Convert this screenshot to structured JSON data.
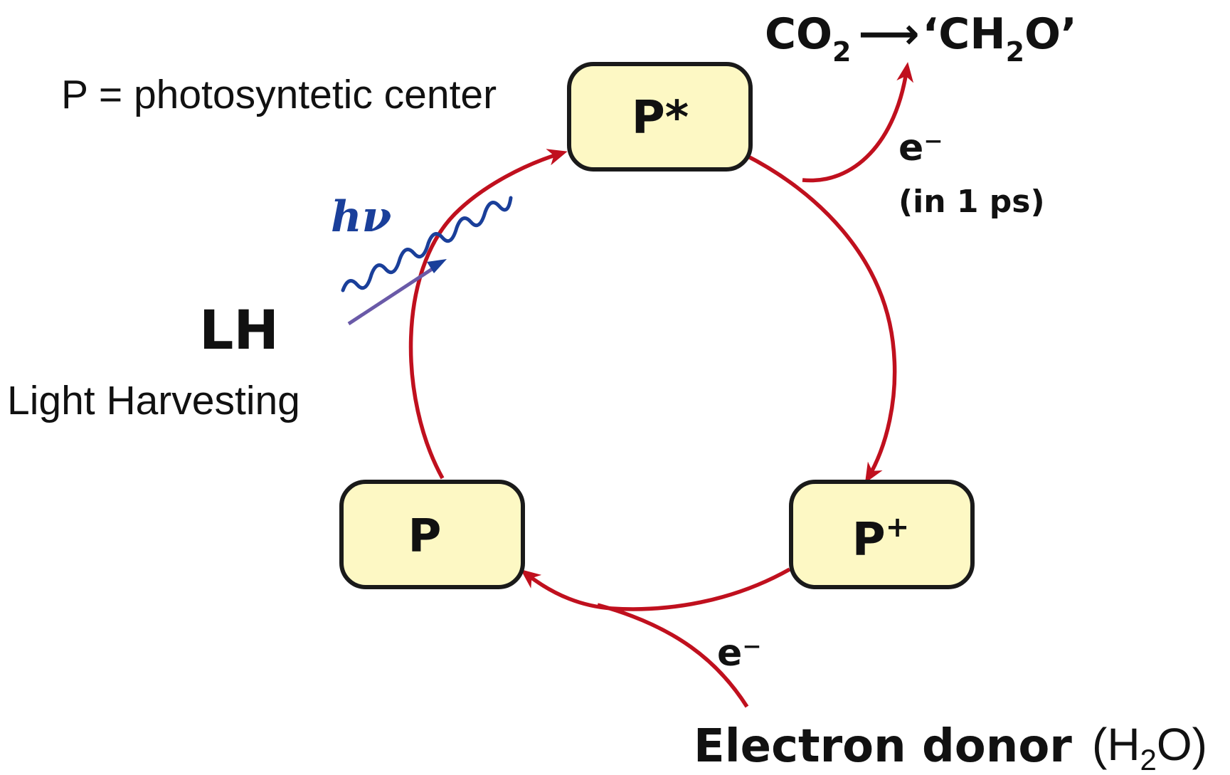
{
  "labels": {
    "definition": "P = photosyntetic center",
    "lh_abbrev": "LH",
    "lh_full": "Light Harvesting",
    "photon": "hν",
    "electron_out": "e⁻",
    "electron_time": "(in 1 ps)",
    "electron_in": "e⁻",
    "donor": "Electron donor",
    "donor_formula_open": "(H",
    "donor_formula_sub": "2",
    "donor_formula_close": "O)",
    "product_co": "CO",
    "product_co_sub": "2",
    "product_arrow": "⟶",
    "product_ch": "‘CH",
    "product_ch_sub": "2",
    "product_o": "O’"
  },
  "nodes": {
    "p_excited": "P*",
    "p_ground": "P",
    "p_oxidized_base": "P",
    "p_oxidized_sup": "+"
  },
  "colors": {
    "cycle_arrow": "#c0101e",
    "photon_wave": "#1a3f9a",
    "photon_arrow": "#6a5aa8",
    "node_fill": "#fdf8c4",
    "node_stroke": "#1a1a1a",
    "text": "#111111"
  }
}
